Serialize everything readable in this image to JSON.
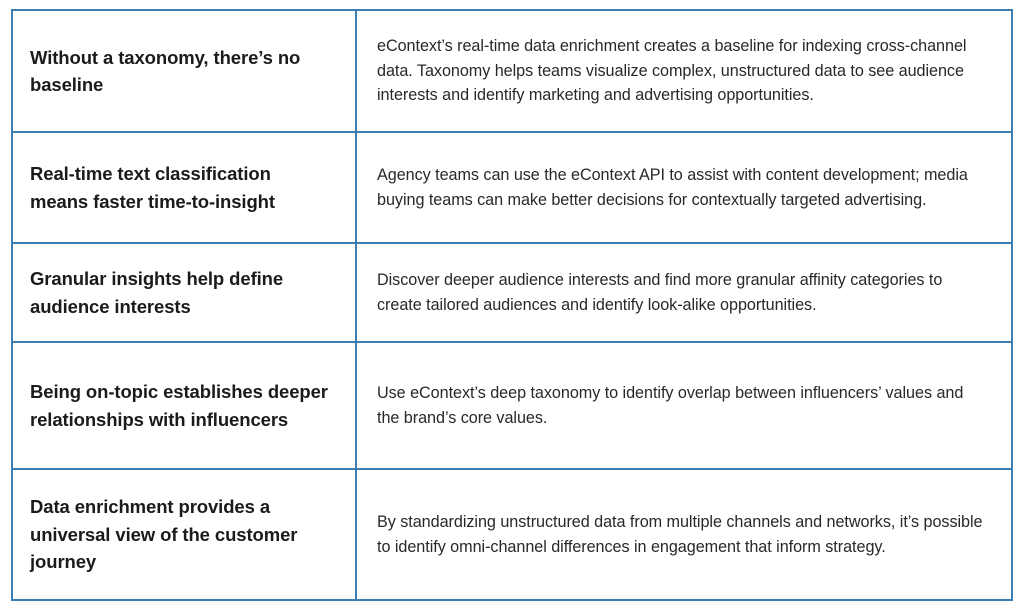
{
  "document": {
    "type": "two-column-benefits-table",
    "background_color": "#ffffff",
    "border_color": "#3a7fb0",
    "heading_text_color": "#1b1b1b",
    "body_text_color": "#26292b"
  },
  "table": {
    "rows": [
      {
        "heading": "Without a taxonomy, there’s no baseline",
        "body": "eContext’s real-time data enrichment creates a baseline for indexing cross-channel data. Taxonomy helps teams visualize complex, unstructured data to see audience interests and identify marketing and advertising opportunities."
      },
      {
        "heading": "Real-time text classification means faster time-to-insight",
        "body": "Agency teams can use the eContext API to assist with content development; media buying teams can make better decisions for contextually targeted advertising."
      },
      {
        "heading": "Granular insights help define audience interests",
        "body": "Discover deeper audience interests and find more granular affinity categories to create tailored audiences and identify look-alike opportunities."
      },
      {
        "heading": "Being on-topic establishes deeper relationships with influencers",
        "body": "Use eContext’s deep taxonomy to identify overlap between influencers’ values and the brand’s core values."
      },
      {
        "heading": "Data enrichment provides a universal view of the customer journey",
        "body": "By standardizing unstructured data from multiple channels and networks, it’s possible to identify omni-channel differences in engagement that inform strategy."
      }
    ]
  }
}
